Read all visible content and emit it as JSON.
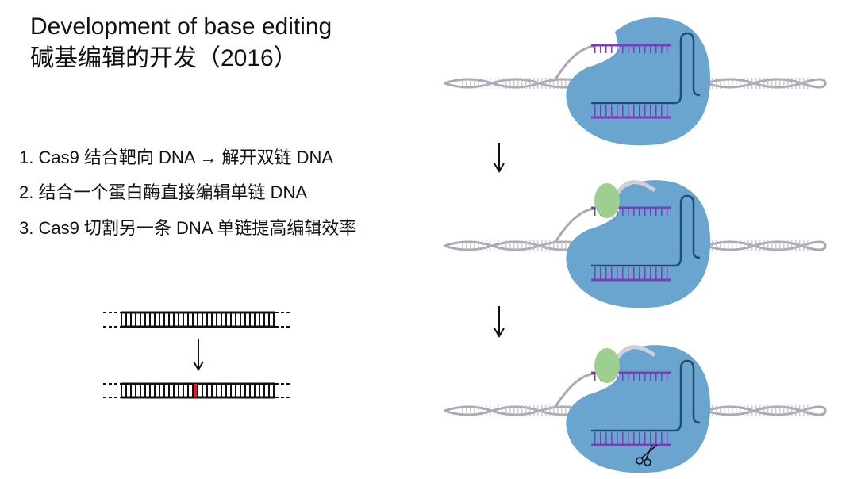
{
  "title": {
    "line1": "Development of base editing",
    "line2": "碱基编辑的开发（2016）"
  },
  "steps": [
    "1. Cas9 结合靶向 DNA → 解开双链 DNA",
    "2. 结合一个蛋白酶直接编辑单链 DNA",
    "3. Cas9 切割另一条 DNA 单链提高编辑效率"
  ],
  "colors": {
    "protein": "#6aa5d0",
    "rna": "#1f4f6e",
    "strand": "#7a3fb8",
    "dna": "#a9a9b3",
    "deaminase": "#9fcf8f",
    "edit": "#e02020"
  }
}
